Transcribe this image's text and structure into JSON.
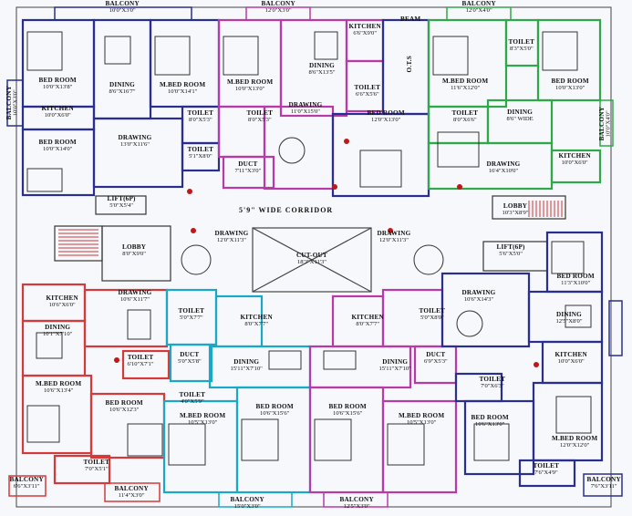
{
  "corridor_label": "5'9\" WIDE CORRIDOR",
  "rooms": [
    {
      "id": "bal-tl",
      "name": "BALCONY",
      "dim": "10'0\"X3'0\""
    },
    {
      "id": "bal-tm",
      "name": "BALCONY",
      "dim": "12'0\"X3'0\""
    },
    {
      "id": "bal-tr",
      "name": "BALCONY",
      "dim": "12'0\"X4'0\""
    },
    {
      "id": "bal-l",
      "name": "BALCONY",
      "dim": "10'0\"X3'0\""
    },
    {
      "id": "bal-r",
      "name": "BALCONY",
      "dim": "10'0\"X4'0\""
    },
    {
      "id": "bed-a1",
      "name": "BED ROOM",
      "dim": "10'0\"X13'8\""
    },
    {
      "id": "dining-a",
      "name": "DINING",
      "dim": "8'6\"X16'7\""
    },
    {
      "id": "mbed-a",
      "name": "M.BED ROOM",
      "dim": "10'0\"X14'1\""
    },
    {
      "id": "kitchen-a",
      "name": "KITCHEN",
      "dim": "10'0\"X6'0\""
    },
    {
      "id": "bed-a2",
      "name": "BED ROOM",
      "dim": "10'0\"X14'0\""
    },
    {
      "id": "drawing-a",
      "name": "DRAWING",
      "dim": "13'0\"X11'6\""
    },
    {
      "id": "toilet-a1",
      "name": "TOILET",
      "dim": "8'0\"X5'3\""
    },
    {
      "id": "toilet-a2",
      "name": "TOILET",
      "dim": "5'1\"X8'0\""
    },
    {
      "id": "mbed-b",
      "name": "M.BED ROOM",
      "dim": "10'0\"X13'0\""
    },
    {
      "id": "toilet-b",
      "name": "TOILET",
      "dim": "8'0\"X5'3\""
    },
    {
      "id": "duct-b",
      "name": "DUCT",
      "dim": "7'11\"X3'0\""
    },
    {
      "id": "dining-b",
      "name": "DINING",
      "dim": "8'6\"X13'5\""
    },
    {
      "id": "drawing-b",
      "name": "DRAWING",
      "dim": "11'0\"X15'0\""
    },
    {
      "id": "kitchen-b",
      "name": "KITCHEN",
      "dim": "6'6\"X9'0\""
    },
    {
      "id": "toilet-b2",
      "name": "TOILET",
      "dim": "6'6\"X5'6\""
    },
    {
      "id": "ots",
      "name": "O.T.S",
      "dim": ""
    },
    {
      "id": "beam",
      "name": "BEAM",
      "dim": ""
    },
    {
      "id": "bed-b",
      "name": "BED ROOM",
      "dim": "12'0\"X13'0\""
    },
    {
      "id": "mbed-c",
      "name": "M.BED ROOM",
      "dim": "11'6\"X12'0\""
    },
    {
      "id": "toilet-c1",
      "name": "TOILET",
      "dim": "8'0\"X6'6\""
    },
    {
      "id": "toilet-c2",
      "name": "TOILET",
      "dim": "8'3\"X5'0\""
    },
    {
      "id": "bed-c",
      "name": "BED ROOM",
      "dim": "10'0\"X13'0\""
    },
    {
      "id": "dining-c",
      "name": "DINING",
      "dim": "8'6\" WIDE"
    },
    {
      "id": "kitchen-c",
      "name": "KITCHEN",
      "dim": "10'0\"X6'0\""
    },
    {
      "id": "drawing-c",
      "name": "DRAWING",
      "dim": "16'4\"X10'0\""
    },
    {
      "id": "lift-top",
      "name": "LIFT(6P)",
      "dim": "5'0\"X5'4\""
    },
    {
      "id": "lobby-r",
      "name": "LOBBY",
      "dim": "10'3\"X8'9\""
    },
    {
      "id": "lobby-l",
      "name": "LOBBY",
      "dim": "8'0\"X9'0\""
    },
    {
      "id": "drawing-d1",
      "name": "DRAWING",
      "dim": "12'0\"X11'3\""
    },
    {
      "id": "cutout",
      "name": "CUT-OUT",
      "dim": "18'3\"X11'3\""
    },
    {
      "id": "drawing-d2",
      "name": "DRAWING",
      "dim": "12'0\"X11'3\""
    },
    {
      "id": "lift-r",
      "name": "LIFT(6P)",
      "dim": "5'6\"X5'0\""
    },
    {
      "id": "bed-r1",
      "name": "BED ROOM",
      "dim": "11'3\"X10'0\""
    },
    {
      "id": "kitchen-l",
      "name": "KITCHEN",
      "dim": "10'6\"X6'0\""
    },
    {
      "id": "drawing-l",
      "name": "DRAWING",
      "dim": "10'6\"X11'7\""
    },
    {
      "id": "dining-l",
      "name": "DINING",
      "dim": "10'1\"X7'10\""
    },
    {
      "id": "toilet-l1",
      "name": "TOILET",
      "dim": "5'0\"X7'7\""
    },
    {
      "id": "kitchen-m1",
      "name": "KITCHEN",
      "dim": "8'0\"X7'7\""
    },
    {
      "id": "kitchen-m2",
      "name": "KITCHEN",
      "dim": "8'0\"X7'7\""
    },
    {
      "id": "toilet-m2",
      "name": "TOILET",
      "dim": "5'0\"X8'0\""
    },
    {
      "id": "drawing-r",
      "name": "DRAWING",
      "dim": "10'6\"X14'3\""
    },
    {
      "id": "dining-r",
      "name": "DINING",
      "dim": "12'5\"X8'0\""
    },
    {
      "id": "toilet-l2",
      "name": "TOILET",
      "dim": "6'10\"X7'1\""
    },
    {
      "id": "duct-l",
      "name": "DUCT",
      "dim": "5'0\"X5'8\""
    },
    {
      "id": "dining-m1",
      "name": "DINING",
      "dim": "15'11\"X7'10\""
    },
    {
      "id": "dining-m2",
      "name": "DINING",
      "dim": "15'11\"X7'10\""
    },
    {
      "id": "duct-r",
      "name": "DUCT",
      "dim": "6'9\"X5'3\""
    },
    {
      "id": "toilet-r1",
      "name": "TOILET",
      "dim": "7'0\"X6'3\""
    },
    {
      "id": "kitchen-r",
      "name": "KITCHEN",
      "dim": "10'0\"X6'0\""
    },
    {
      "id": "mbed-l",
      "name": "M.BED ROOM",
      "dim": "10'6\"X13'4\""
    },
    {
      "id": "toilet-l3",
      "name": "TOILET",
      "dim": "4'0\"X5'9\""
    },
    {
      "id": "bed-l2",
      "name": "BED ROOM",
      "dim": "10'6\"X12'3\""
    },
    {
      "id": "mbed-m1",
      "name": "M.BED ROOM",
      "dim": "10'5\"X13'0\""
    },
    {
      "id": "bed-m1",
      "name": "BED ROOM",
      "dim": "10'6\"X15'6\""
    },
    {
      "id": "bed-m2",
      "name": "BED ROOM",
      "dim": "10'6\"X15'6\""
    },
    {
      "id": "mbed-m2",
      "name": "M.BED ROOM",
      "dim": "10'5\"X13'0\""
    },
    {
      "id": "bed-r2",
      "name": "BED ROOM",
      "dim": "10'6\"X13'0\""
    },
    {
      "id": "mbed-r",
      "name": "M.BED ROOM",
      "dim": "12'0\"X12'0\""
    },
    {
      "id": "balcony-bl",
      "name": "BALCONY",
      "dim": "6'6\"X3'11\""
    },
    {
      "id": "toilet-bl",
      "name": "TOILET",
      "dim": "7'0\"X5'1\""
    },
    {
      "id": "balcony-bl2",
      "name": "BALCONY",
      "dim": "11'4\"X3'0\""
    },
    {
      "id": "balcony-bm1",
      "name": "BALCONY",
      "dim": "15'0\"X3'0\""
    },
    {
      "id": "balcony-bm2",
      "name": "BALCONY",
      "dim": "12'5\"X3'0\""
    },
    {
      "id": "toilet-br",
      "name": "TOILET",
      "dim": "7'6\"X4'9\""
    },
    {
      "id": "balcony-br",
      "name": "BALCONY",
      "dim": "7'6\"X3'11\""
    }
  ],
  "colors": {
    "unit_top_left": "#2a2f8f",
    "unit_top_mid": "#b83aa8",
    "unit_top_right": "#2fa84a",
    "unit_bottom_left": "#d43a3a",
    "unit_bottom_mid_left": "#1aa8c8",
    "unit_bottom_mid_right": "#b83aa8",
    "unit_bottom_right": "#2a2f8f",
    "wall": "#333333",
    "door": "#c01818"
  }
}
